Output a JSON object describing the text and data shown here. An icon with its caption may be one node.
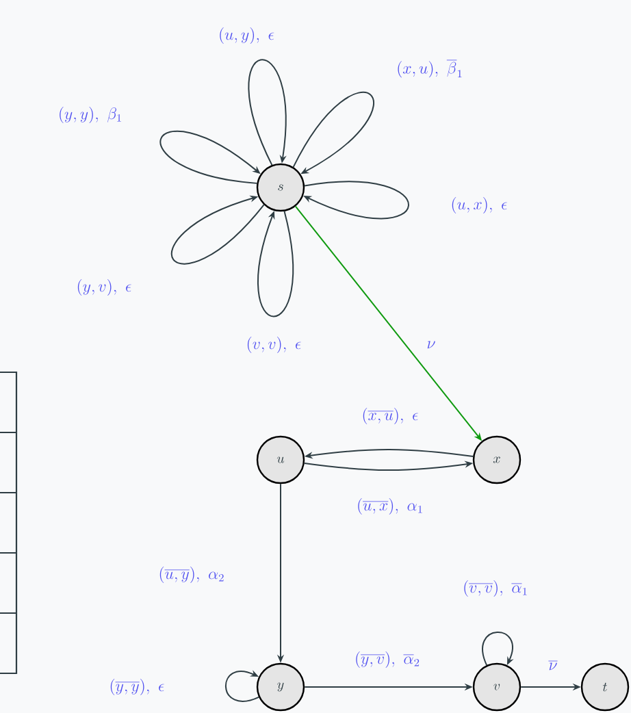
{
  "diagram": {
    "nodes": [
      {
        "text": [
          "s"
        ]
      },
      {
        "text": [
          "u"
        ]
      },
      {
        "text": [
          "x"
        ]
      },
      {
        "text": [
          "y"
        ]
      },
      {
        "text": [
          "v"
        ]
      },
      {
        "text": [
          "t"
        ]
      }
    ],
    "edges": [
      {
        "from": 0,
        "to": 0,
        "arrow": "to",
        "label": "(u, y),\\ \\epsilon"
      },
      {
        "from": 0,
        "to": 0,
        "arrow": "to",
        "label": "(x, u),\\ \\overline{\\beta}_1"
      },
      {
        "from": 0,
        "to": 0,
        "arrow": "to",
        "label": "(y, y),\\ \\beta_1"
      },
      {
        "from": 0,
        "to": 0,
        "arrow": "to",
        "label": "(u, x),\\ \\epsilon"
      },
      {
        "from": 0,
        "to": 0,
        "arrow": "to",
        "label": "(y, v),\\ \\epsilon"
      },
      {
        "from": 0,
        "to": 0,
        "arrow": "to",
        "label": "(v, v),\\ \\epsilon"
      },
      {
        "from": 0,
        "to": 2,
        "arrow": "to",
        "label": "\\nu",
        "color": "#0f9a0f"
      },
      {
        "from": 2,
        "to": 1,
        "arrow": "to",
        "label": "(\\overline{x, u}),\\ \\epsilon"
      },
      {
        "from": 1,
        "to": 2,
        "arrow": "to",
        "label": "(\\overline{u, x}),\\ \\alpha_1"
      },
      {
        "from": 1,
        "to": 3,
        "arrow": "to",
        "label": "(\\overline{u, y}),\\ \\alpha_2"
      },
      {
        "from": 3,
        "to": 3,
        "arrow": "to",
        "label": "(\\overline{y, y}),\\ \\epsilon"
      },
      {
        "from": 3,
        "to": 4,
        "arrow": "to",
        "label": "(\\overline{y, v}),\\ \\overline{\\alpha}_2"
      },
      {
        "from": 4,
        "to": 4,
        "arrow": "to",
        "label": "(\\overline{v, v}),\\ \\overline{\\alpha}_1"
      },
      {
        "from": 4,
        "to": 5,
        "arrow": "to",
        "label": "\\overline{\\nu}"
      }
    ]
  }
}
